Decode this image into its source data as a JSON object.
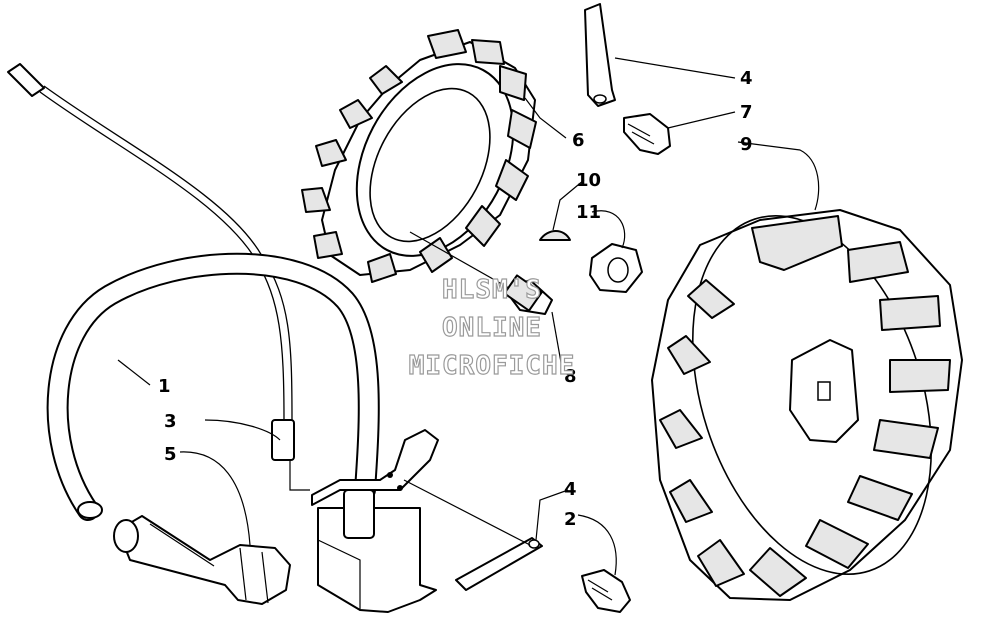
{
  "callouts": {
    "c1": "1",
    "c2": "2",
    "c3": "3",
    "c4a": "4",
    "c4b": "4",
    "c5": "5",
    "c6": "6",
    "c7": "7",
    "c8": "8",
    "c9": "9",
    "c10": "10",
    "c11": "11"
  },
  "watermark": {
    "line1": "HLSM'S",
    "line2": "ONLINE",
    "line3": "MICROFICHE"
  }
}
